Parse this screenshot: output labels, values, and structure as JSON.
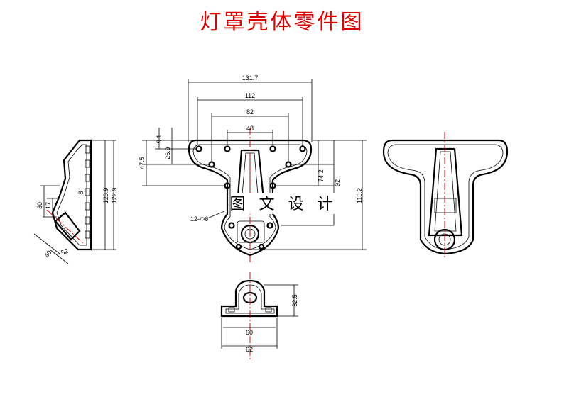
{
  "title": "灯罩壳体零件图",
  "watermark": "图 文 设 计",
  "colors": {
    "title": "#e00000",
    "outline": "#000000",
    "centerline": "#e00000"
  },
  "dims": {
    "front_width_overall": "131.7",
    "front_width_outer_holes": "112",
    "front_width_mid_holes": "82",
    "front_width_inner_holes": "48",
    "front_h_left_a": "9.1",
    "front_h_left_b": "26.9",
    "front_h_left_c": "47.5",
    "front_h_right_a": "74.2",
    "front_h_right_b": "92",
    "front_h_overall": "115.2",
    "holes_callout": "12-Φ6",
    "side_h_30": "30",
    "side_h_17": "17",
    "side_h_8": "8",
    "side_h_120": "120.9",
    "side_h_122": "122.9",
    "side_d_40": "40",
    "side_d_52": "52",
    "bottom_h": "32.5",
    "bottom_w_inner": "60",
    "bottom_w_outer": "62"
  }
}
